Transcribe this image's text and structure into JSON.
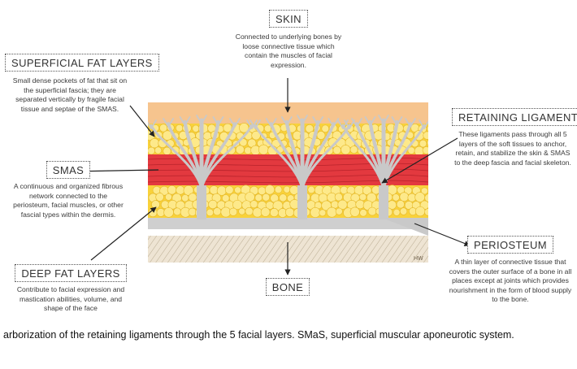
{
  "labels": {
    "skin": {
      "title": "SKIN",
      "desc": "Connected to underlying bones by loose connective tissue which contain the muscles of facial expression."
    },
    "superficial_fat": {
      "title": "SUPERFICIAL FAT LAYERS",
      "desc": "Small dense pockets of fat that sit on the superficial fascia; they are separated vertically by fragile facial tissue and septae of the SMAS."
    },
    "smas": {
      "title": "SMAS",
      "desc": "A continuous and organized fibrous network connected to the periosteum, facial muscles, or other fascial types within the dermis."
    },
    "deep_fat": {
      "title": "DEEP FAT LAYERS",
      "desc": "Contribute to facial expression and mastication abilities, volume, and shape of the face"
    },
    "bone": {
      "title": "BONE",
      "desc": ""
    },
    "retaining": {
      "title": "RETAINING LIGAMENTS",
      "desc": "These ligaments pass through all 5 layers of the soft tissues to anchor, retain, and stabilize the skin & SMAS to the deep fascia and facial skeleton."
    },
    "periosteum": {
      "title": "PERIOSTEUM",
      "desc": "A thin layer of connective tissue that covers the outer surface of a bone in all places except at joints which provides nourishment in the form of blood supply to the bone."
    }
  },
  "signature": "HW",
  "caption": "arborization of the retaining ligaments through the 5 facial layers. SMaS, superficial muscular aponeurotic system.",
  "colors": {
    "skin": "#f6c48e",
    "fat": "#f9d23a",
    "fat_light": "#fde98a",
    "smas": "#e3393f",
    "ligament": "#c9c9c9",
    "periosteum": "#cfcfcf",
    "bone": "#e8dfcf"
  }
}
